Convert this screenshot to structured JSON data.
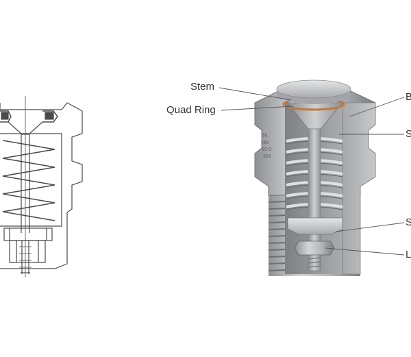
{
  "labels": {
    "stem": "Stem",
    "quad_ring": "Quad Ring",
    "body": "B",
    "spring": "S",
    "seat": "S",
    "locknut": "L"
  },
  "colors": {
    "line_drawing": "#4a4a4a",
    "metal_light": "#c9cacc",
    "metal_mid": "#9fa1a4",
    "metal_dark": "#6f7174",
    "quad_ring": "#c1783f",
    "leader_line": "#555555",
    "label_text": "#333333"
  }
}
